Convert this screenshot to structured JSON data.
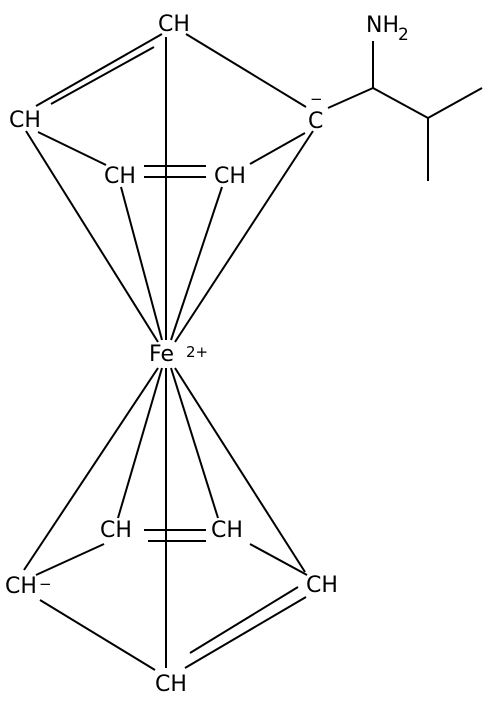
{
  "structure": {
    "atoms": {
      "top_ring": {
        "c_apex": "CH",
        "c_left": "CH",
        "c_inner_left": "CH",
        "c_inner_right": "CH",
        "c_anion": "C",
        "c_anion_charge": "−"
      },
      "iron": {
        "symbol": "Fe",
        "charge": "2+"
      },
      "amine": {
        "symbol": "NH",
        "subscript": "2"
      },
      "bottom_ring": {
        "c_inner_left": "CH",
        "c_inner_right": "CH",
        "c_anion": "CH",
        "c_anion_charge": "−",
        "c_right": "CH",
        "c_bottom": "CH"
      }
    }
  }
}
